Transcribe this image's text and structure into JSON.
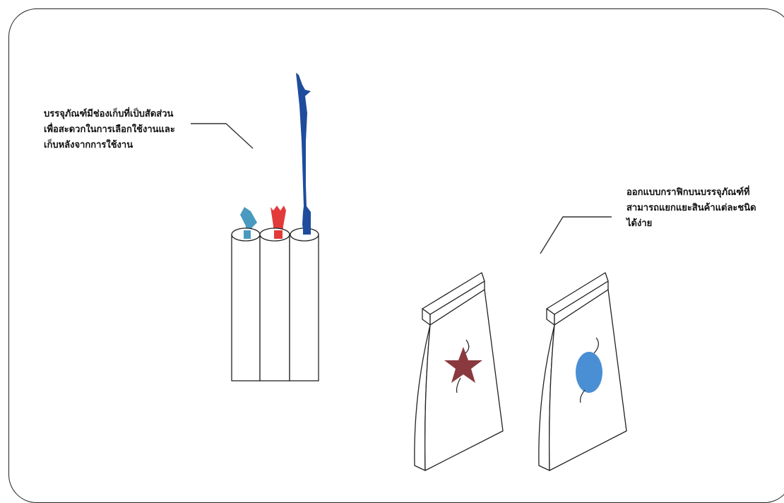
{
  "notes": {
    "left": [
      "บรรจุภัณฑ์มีช่องเก็บที่เป็บสัดส่วน",
      "เพื่อสะดวกในการเลือกใช้งานและ",
      "เก็บหลังจากการใช้งาน"
    ],
    "right": [
      "ออกแบบกราฟิกบนบรรจุภัณฑ์ที่",
      "สามารถแยกแยะสินค้าแต่ละชนิด",
      "ได้ง่าย"
    ]
  },
  "colors": {
    "outline": "#222222",
    "light_blue": "#4a9ac0",
    "red": "#e23a3a",
    "dark_blue": "#1f4c9c",
    "star": "#8a3a3e",
    "circle": "#4a8fd4"
  }
}
